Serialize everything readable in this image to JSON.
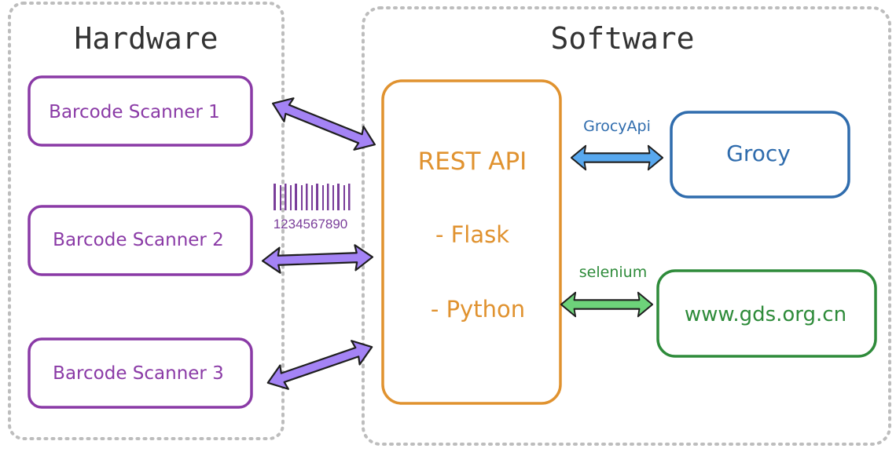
{
  "groups": {
    "hardware": {
      "title": "Hardware"
    },
    "software": {
      "title": "Software"
    }
  },
  "hardware": {
    "scanners": [
      {
        "label": "Barcode Scanner 1"
      },
      {
        "label": "Barcode Scanner 2"
      },
      {
        "label": "Barcode Scanner 3"
      }
    ],
    "barcode": {
      "digits": "1234567890",
      "icon": "barcode-icon"
    }
  },
  "software": {
    "rest_api": {
      "title": "REST API",
      "items": [
        "- Flask",
        "- Python"
      ]
    },
    "grocy": {
      "label": "Grocy"
    },
    "website": {
      "label": "www.gds.org.cn"
    },
    "edges": {
      "grocy": "GrocyApi",
      "website": "selenium"
    }
  },
  "colors": {
    "hardware": "#8a3aa6",
    "arrow_purple": "#a483f5",
    "rest_api": "#e0922f",
    "grocy": "#2f6cad",
    "arrow_blue": "#58a8ee",
    "website": "#2e8b3a",
    "arrow_green": "#6dd37a",
    "group_border": "#bdbdbd"
  }
}
